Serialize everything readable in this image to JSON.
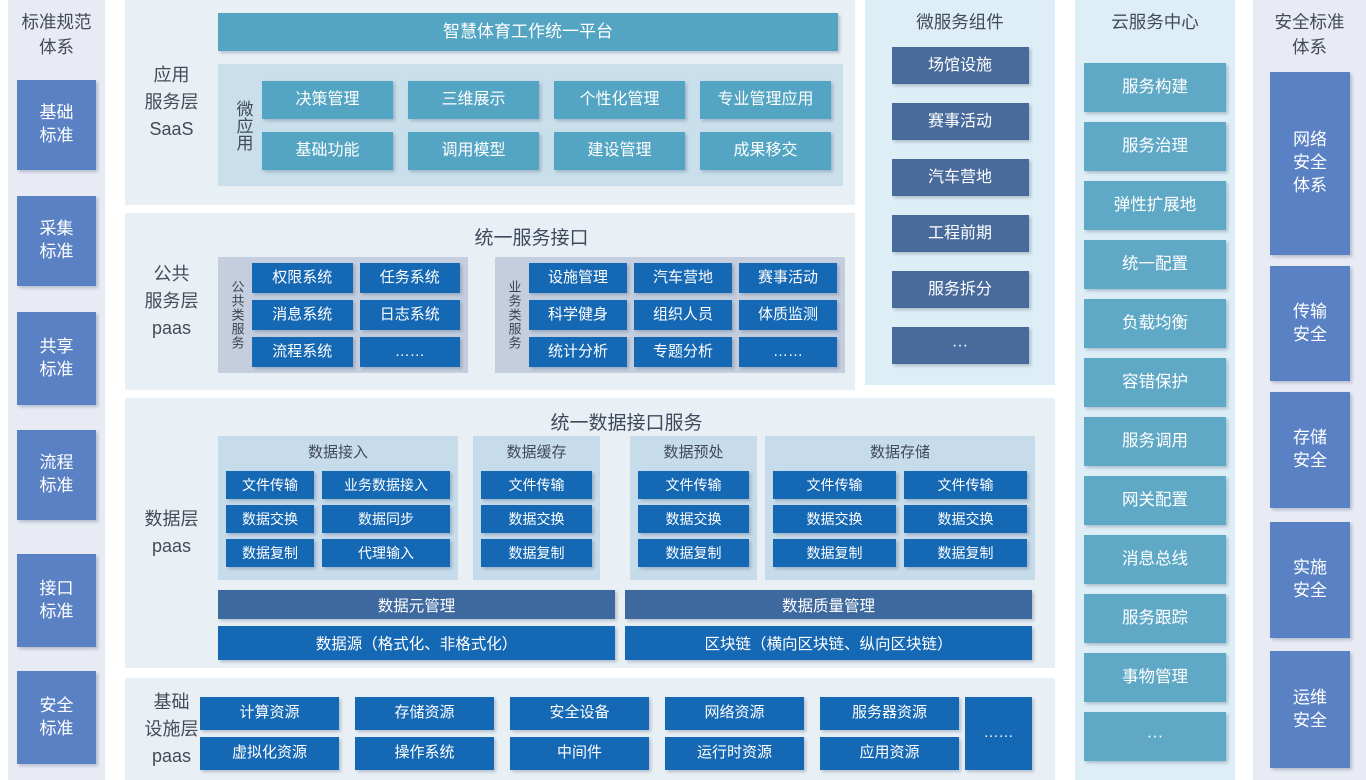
{
  "palette": {
    "accent_teal": "#53a5c3",
    "cloud_teal": "#5fa9c6",
    "accent_blue": "#1568b4",
    "accent_slate": "#486b9c",
    "bar_slate": "#3e699e",
    "accent_soft_blue": "#5a81c4",
    "section_bg": "#e9f0f5",
    "side_panel_bg": "#e8ebf4",
    "column_panel_bg": "#ddeef6",
    "saas_inner_bg": "#c9dfeb",
    "service_group_bg": "#c4cede",
    "data_group_bg": "#c6dcea"
  },
  "left_panel": {
    "title": "标准规范\n体系",
    "items": [
      "基础\n标准",
      "采集\n标准",
      "共享\n标准",
      "流程\n标准",
      "接口\n标准",
      "安全\n标准"
    ]
  },
  "saas": {
    "layer_label": "应用\n服务层\nSaaS",
    "platform": "智慧体育工作统一平台",
    "micro_label": "微应用",
    "apps": [
      "决策管理",
      "三维展示",
      "个性化管理",
      "专业管理应用",
      "基础功能",
      "调用模型",
      "建设管理",
      "成果移交"
    ]
  },
  "services": {
    "layer_label": "公共\n服务层\npaas",
    "title": "统一服务接口",
    "common": {
      "label": "公共类服务",
      "items": [
        "权限系统",
        "任务系统",
        "消息系统",
        "日志系统",
        "流程系统",
        "……"
      ]
    },
    "business": {
      "label": "业务类服务",
      "items": [
        "设施管理",
        "汽车营地",
        "赛事活动",
        "科学健身",
        "组织人员",
        "体质监测",
        "统计分析",
        "专题分析",
        "……"
      ]
    }
  },
  "data": {
    "layer_label": "数据层\npaas",
    "title": "统一数据接口服务",
    "access": {
      "title": "数据接入",
      "items": [
        "文件传输",
        "业务数据接入",
        "数据交换",
        "数据同步",
        "数据复制",
        "代理输入"
      ]
    },
    "cache": {
      "title": "数据缓存",
      "items": [
        "文件传输",
        "数据交换",
        "数据复制"
      ]
    },
    "preprocess": {
      "title": "数据预处",
      "items": [
        "文件传输",
        "数据交换",
        "数据复制"
      ]
    },
    "storage": {
      "title": "数据存储",
      "items": [
        "文件传输",
        "文件传输",
        "数据交换",
        "数据交换",
        "数据复制",
        "数据复制"
      ]
    },
    "bars": {
      "meta": "数据元管理",
      "source": "数据源（格式化、非格式化）",
      "quality": "数据质量管理",
      "blockchain": "区块链（横向区块链、纵向区块链）"
    }
  },
  "infra": {
    "layer_label": "基础\n设施层\npaas",
    "row1": [
      "计算资源",
      "存储资源",
      "安全设备",
      "网络资源",
      "服务器资源"
    ],
    "row2": [
      "虚拟化资源",
      "操作系统",
      "中间件",
      "运行时资源",
      "应用资源"
    ],
    "more": "……"
  },
  "micro": {
    "title": "微服务组件",
    "items": [
      "场馆设施",
      "赛事活动",
      "汽车营地",
      "工程前期",
      "服务拆分",
      "···"
    ]
  },
  "cloud": {
    "title": "云服务中心",
    "items": [
      "服务构建",
      "服务治理",
      "弹性扩展地",
      "统一配置",
      "负载均衡",
      "容错保护",
      "服务调用",
      "网关配置",
      "消息总线",
      "服务跟踪",
      "事物管理",
      "···"
    ]
  },
  "security": {
    "title": "安全标准\n体系",
    "items": [
      "网络\n安全\n体系",
      "传输\n安全",
      "存储\n安全",
      "实施\n安全",
      "运维\n安全"
    ]
  }
}
